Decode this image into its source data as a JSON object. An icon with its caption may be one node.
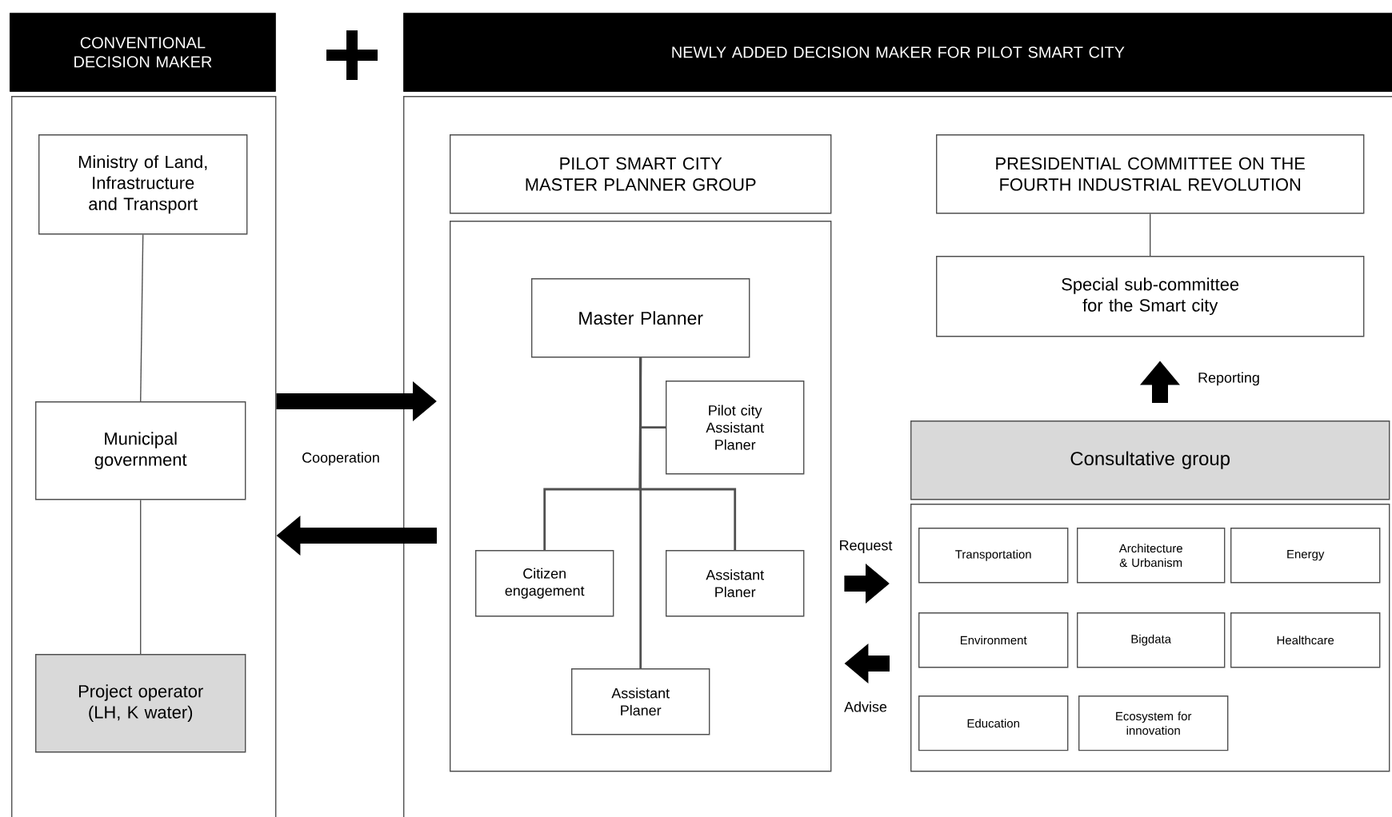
{
  "diagram": {
    "nodes": [
      {
        "text": [
          "CONVENTIONAL DECISION MAKER"
        ]
      },
      {
        "text": [
          "NEWLY ADDED DECISION MAKER FOR PILOT SMART CITY"
        ]
      },
      {
        "text": [],
        "shape": "box"
      },
      {
        "text": [],
        "shape": "box"
      },
      {
        "text": [
          "Ministry of Land, Infrastructure and Transport"
        ],
        "in": 2
      },
      {
        "text": [
          "Municipal government"
        ],
        "in": 2
      },
      {
        "text": [
          "Project operator (LH, K water)"
        ],
        "in": 2
      },
      {
        "text": [
          "PILOT SMART CITY MASTER PLANNER GROUP"
        ],
        "in": 3
      },
      {
        "text": [],
        "shape": "box",
        "in": 3
      },
      {
        "text": [
          "Master Planner"
        ],
        "in": 8
      },
      {
        "text": [
          "Pilot city Assistant Planer"
        ],
        "in": 8
      },
      {
        "text": [
          "Citizen engagement"
        ],
        "in": 8
      },
      {
        "text": [
          "Assistant Planer"
        ],
        "in": 8
      },
      {
        "text": [
          "Assistant Planer"
        ],
        "in": 8
      },
      {
        "text": [
          "PRESIDENTIAL COMMITTEE ON THE FOURTH INDUSTRIAL REVOLUTION"
        ],
        "in": 3
      },
      {
        "text": [
          "Special sub-committee for the Smart city"
        ],
        "in": 3
      },
      {
        "text": [
          "Consultative group"
        ],
        "in": 3
      },
      {
        "text": [],
        "shape": "box",
        "in": 3
      },
      {
        "text": [
          "Transportation"
        ],
        "in": 17
      },
      {
        "text": [
          "Architecture & Urbanism"
        ],
        "in": 17
      },
      {
        "text": [
          "Energy"
        ],
        "in": 17
      },
      {
        "text": [
          "Environment"
        ],
        "in": 17
      },
      {
        "text": [
          "Bigdata"
        ],
        "in": 17
      },
      {
        "text": [
          "Healthcare"
        ],
        "in": 17
      },
      {
        "text": [
          "Education"
        ],
        "in": 17
      },
      {
        "text": [
          "Ecosystem for innovation"
        ],
        "in": 17
      }
    ],
    "edges": [
      {
        "from": 4,
        "to": 5,
        "arrow": "none"
      },
      {
        "from": 5,
        "to": 6,
        "arrow": "none"
      },
      {
        "from": 2,
        "to": 8,
        "arrow": "to",
        "style": "thick",
        "label": "Cooperation"
      },
      {
        "from": 8,
        "to": 2,
        "arrow": "to",
        "style": "thick"
      },
      {
        "from": 9,
        "to": 10,
        "arrow": "none"
      },
      {
        "from": 9,
        "to": 11,
        "arrow": "none"
      },
      {
        "from": 9,
        "to": 12,
        "arrow": "none"
      },
      {
        "from": 9,
        "to": 13,
        "arrow": "none"
      },
      {
        "from": 14,
        "to": 15,
        "arrow": "none"
      },
      {
        "from": 16,
        "to": 15,
        "arrow": "to",
        "style": "thick",
        "label": "Reporting"
      },
      {
        "from": 8,
        "to": 17,
        "arrow": "to",
        "style": "thick",
        "label": "Request"
      },
      {
        "from": 17,
        "to": 8,
        "arrow": "to",
        "style": "thick",
        "label": "Advise"
      }
    ]
  }
}
